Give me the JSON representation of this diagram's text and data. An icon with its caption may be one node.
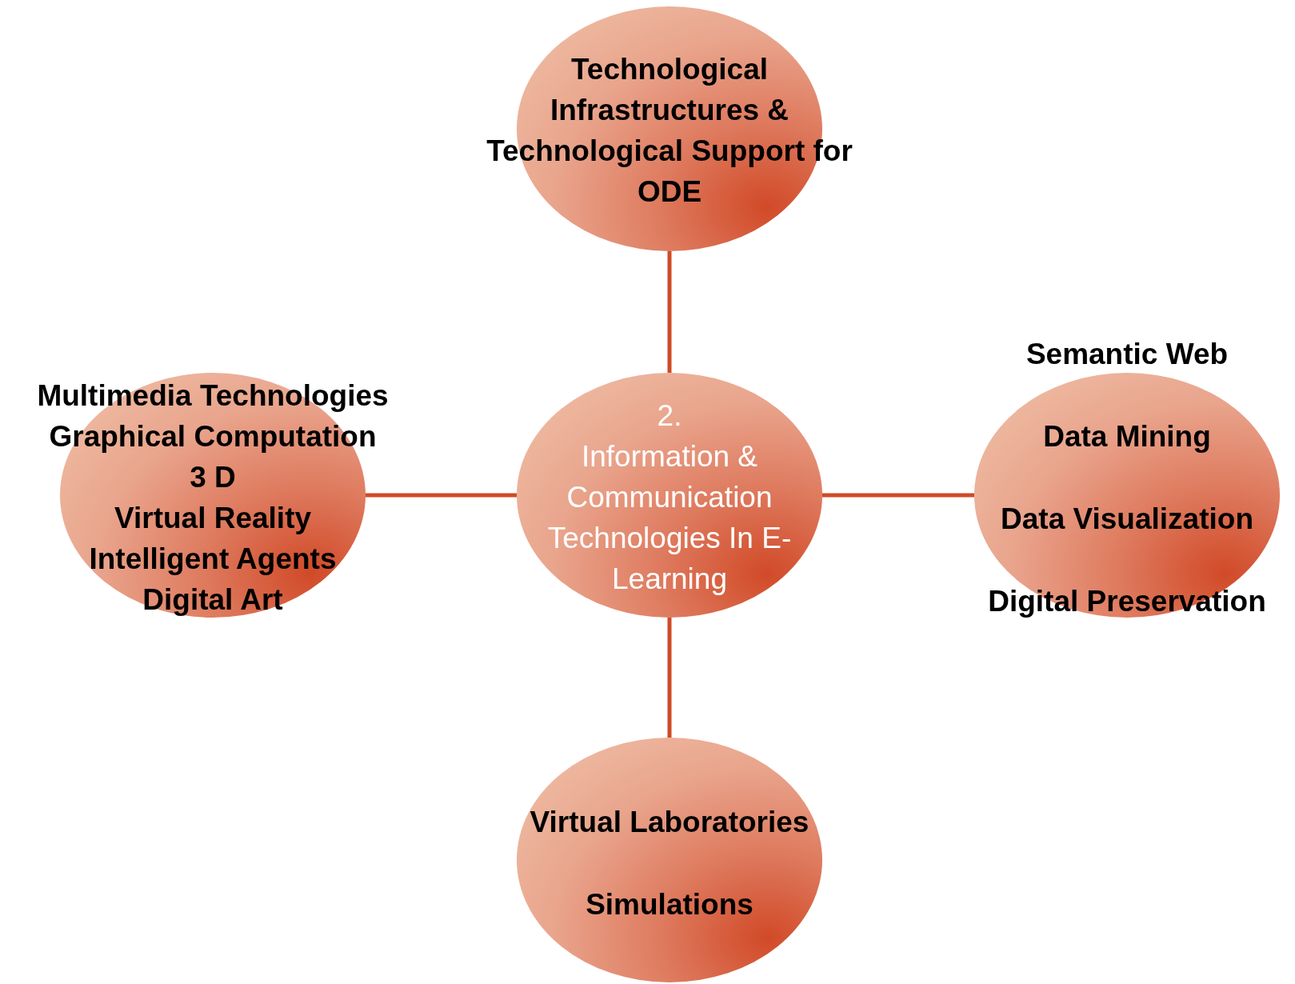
{
  "diagram": {
    "nodes": [
      {
        "text": [
          "Technological Infrastructures & Technological Support for ODE"
        ]
      },
      {
        "text": [
          "Multimedia Technologies",
          "Graphical Computation",
          "3 D",
          "Virtual Reality",
          "Intelligent Agents",
          "Digital Art"
        ]
      },
      {
        "text": [
          "2.",
          "Information & Communication Technologies In E-Learning"
        ]
      },
      {
        "text": [
          "Semantic Web",
          "Data Mining",
          "Data Visualization",
          "Digital Preservation"
        ]
      },
      {
        "text": [
          "Virtual Laboratories",
          "Simulations"
        ]
      }
    ],
    "edges": [
      {
        "from": 2,
        "to": 0,
        "arrow": "none"
      },
      {
        "from": 2,
        "to": 1,
        "arrow": "none"
      },
      {
        "from": 2,
        "to": 3,
        "arrow": "none"
      },
      {
        "from": 2,
        "to": 4,
        "arrow": "none"
      }
    ]
  }
}
